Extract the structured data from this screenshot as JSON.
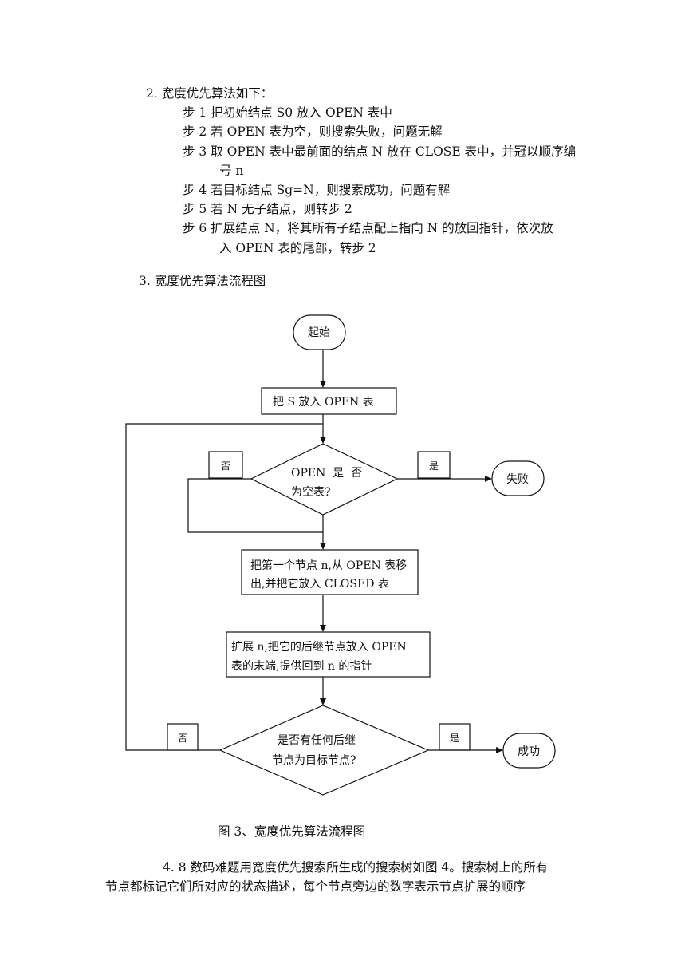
{
  "section2": {
    "heading": "2. 宽度优先算法如下：",
    "steps": [
      "步 1  把初始结点 S0 放入 OPEN 表中",
      "步 2  若 OPEN 表为空，则搜索失败，问题无解",
      "步 3  取 OPEN 表中最前面的结点 N 放在 CLOSE 表中，并冠以顺序编",
      "号 n",
      "步 4  若目标结点 Sg=N，则搜索成功，问题有解",
      "步 5  若 N 无子结点，则转步 2",
      "步 6  扩展结点 N，将其所有子结点配上指向 N 的放回指针，依次放",
      "入 OPEN 表的尾部，转步 2"
    ]
  },
  "section3": {
    "heading": "3. 宽度优先算法流程图"
  },
  "flowchart": {
    "start": "起始",
    "put_s": "把 S 放入 OPEN 表",
    "decision1_line1": "OPEN  是  否",
    "decision1_line2": "为空表?",
    "no_label": "否",
    "yes_label": "是",
    "fail": "失败",
    "move_line1": "把第一个节点 n,从 OPEN 表移",
    "move_line2": "出,并把它放入 CLOSED 表",
    "expand_line1": "扩展 n,把它的后继节点放入 OPEN",
    "expand_line2": "表的末端,提供回到 n 的指针",
    "decision2_line1": "是否有任何后继",
    "decision2_line2": "节点为目标节点?",
    "success": "成功"
  },
  "figure_caption": "图 3、宽度优先算法流程图",
  "section4": {
    "line1": "4. 8 数码难题用宽度优先搜索所生成的搜索树如图 4。搜索树上的所有",
    "line2": "节点都标记它们所对应的状态描述，每个节点旁边的数字表示节点扩展的顺序"
  }
}
